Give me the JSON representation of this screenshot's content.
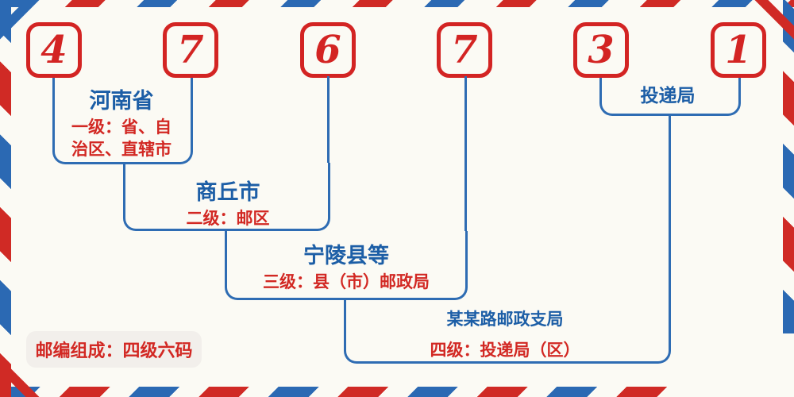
{
  "postal_code": {
    "value": "476731",
    "digits": [
      "4",
      "7",
      "6",
      "7",
      "3",
      "1"
    ]
  },
  "annotations": {
    "level1": {
      "name": "河南省",
      "desc": "一级：省、自\n治区、直辖市"
    },
    "level2": {
      "name": "商丘市",
      "desc": "二级：邮区"
    },
    "level3": {
      "name": "宁陵县等",
      "desc": "三级：县（市）邮政局"
    },
    "level4": {
      "name": "某某路邮政支局",
      "desc": "四级：投递局（区）"
    },
    "delivery": {
      "name": "投递局"
    }
  },
  "footer": {
    "badge": "邮编组成：四级六码"
  },
  "colors": {
    "stripe_red": "#d02a25",
    "stripe_blue": "#2b69b3",
    "digit_red": "#d32423",
    "text_blue": "#1c5ea6",
    "text_red": "#d22823",
    "line_blue": "#2e6cb3",
    "background": "#fbfaf4",
    "badge_background": "#f2efeb"
  }
}
